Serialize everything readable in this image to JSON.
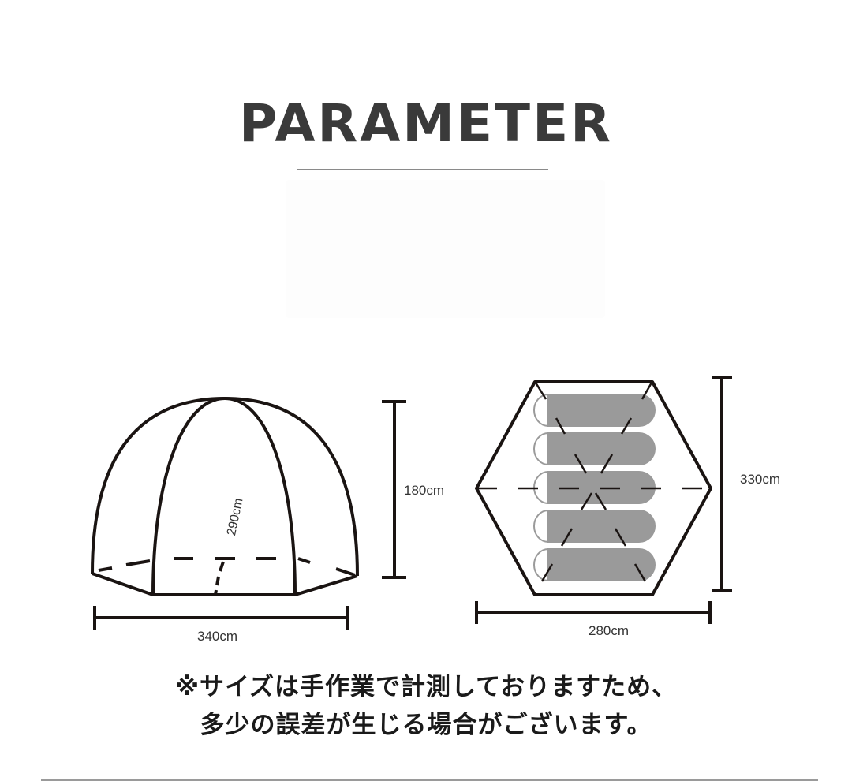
{
  "header": {
    "title": "PARAMETER"
  },
  "side_view": {
    "width_label": "340cm",
    "height_label": "180cm",
    "depth_label": "290cm"
  },
  "top_view": {
    "width_label": "280cm",
    "length_label": "330cm",
    "sleeping_bag_count": 5
  },
  "note": {
    "line1": "※サイズは手作業で計測しておりますため、",
    "line2": "多少の誤差が生じる場合がございます。"
  },
  "colors": {
    "title": "#3a3a3a",
    "line": "#1a1412",
    "sleeping_bag": "#9a9a9a",
    "label": "#333333"
  }
}
